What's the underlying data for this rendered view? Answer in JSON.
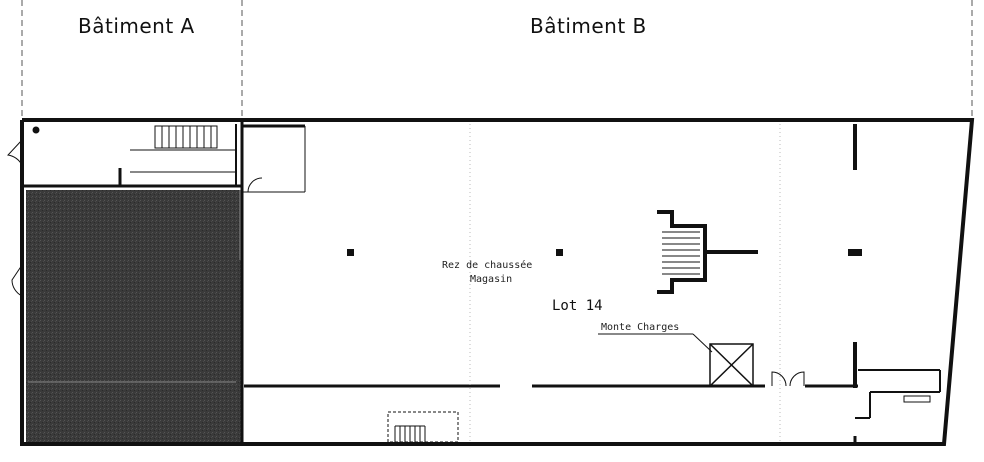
{
  "headers": {
    "building_a": "Bâtiment A",
    "building_b": "Bâtiment B"
  },
  "rooms": {
    "level": "Rez de chaussée",
    "use": "Magasin",
    "lot": "Lot 14",
    "goods_lift": "Monte Charges"
  },
  "colors": {
    "wall": "#111111",
    "hatch": "#3a3a3a",
    "paper": "#ffffff"
  }
}
